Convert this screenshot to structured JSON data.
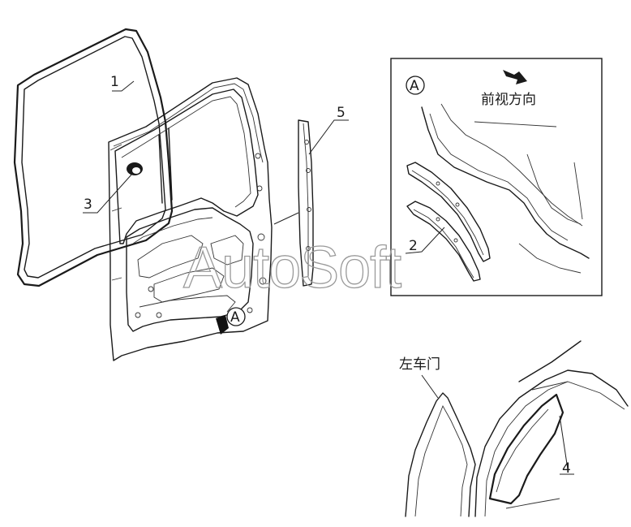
{
  "callouts": {
    "seal": "1",
    "garnish": "2",
    "plug": "3",
    "weatherstrip": "4",
    "channel": "5"
  },
  "detail_marker": "A",
  "detail_view_label": "前视方向",
  "door_label": "左车门",
  "watermark": "AutoSoft",
  "colors": {
    "line": "#1a1a1a",
    "watermark": "#9a9a9a",
    "background": "#ffffff"
  }
}
